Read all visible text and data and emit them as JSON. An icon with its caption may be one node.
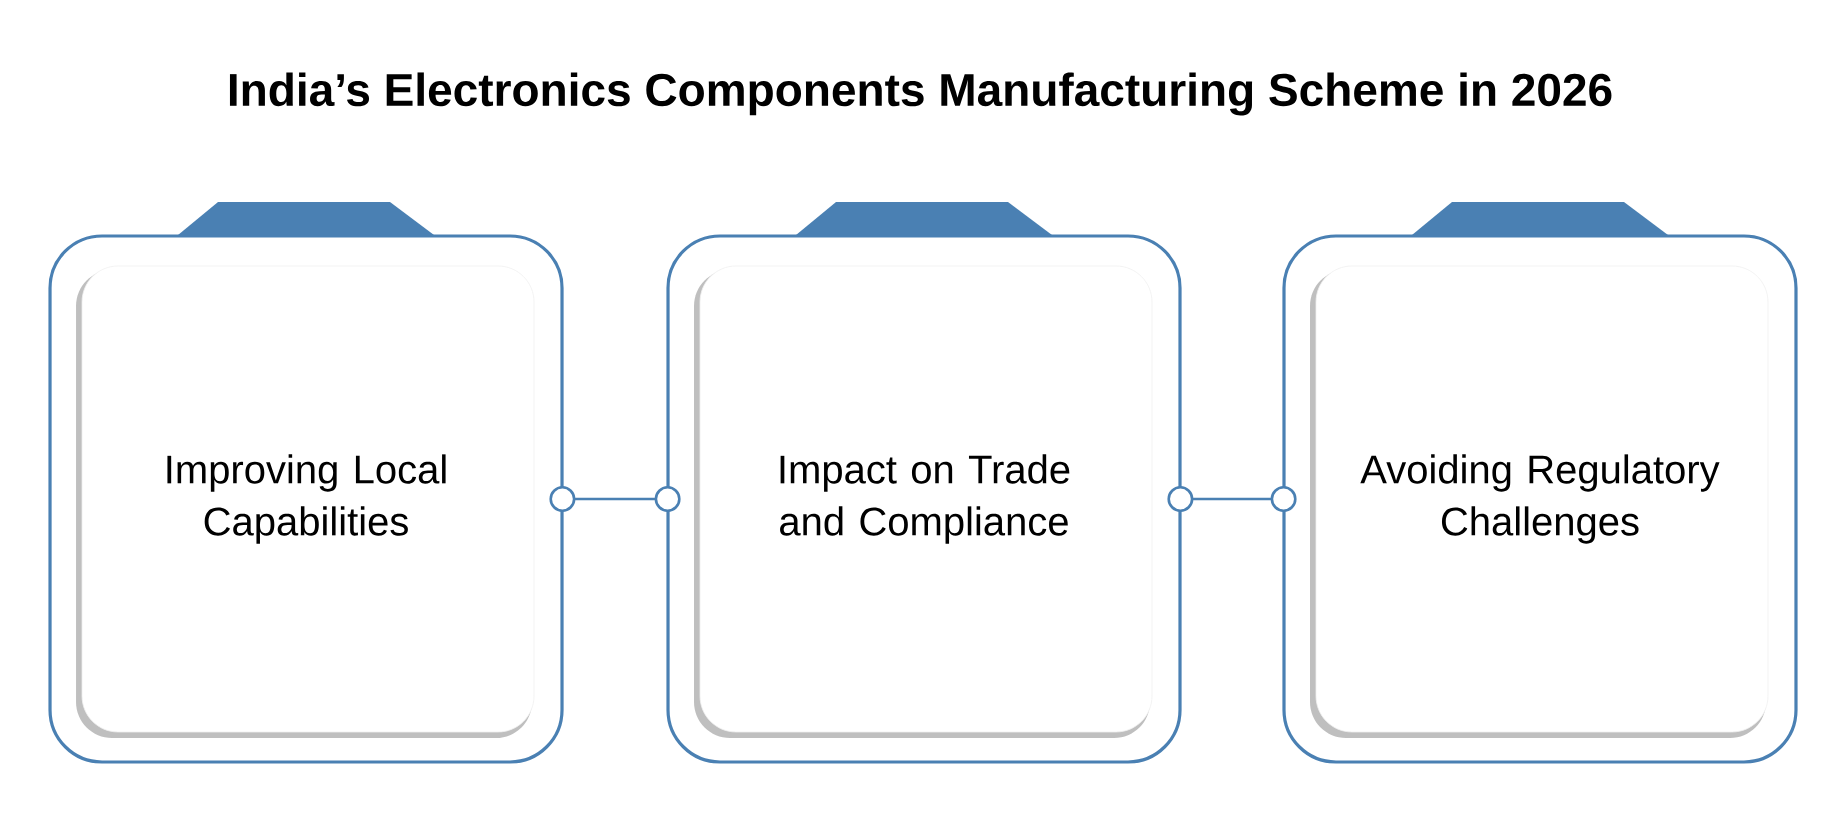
{
  "diagram": {
    "title": "India’s Electronics Components Manufacturing Scheme in 2026",
    "nodes": [
      {
        "text": [
          "Improving Local Capabilities"
        ]
      },
      {
        "text": [
          "Impact on Trade and Compliance"
        ]
      },
      {
        "text": [
          "Avoiding Regulatory Challenges"
        ]
      }
    ],
    "edges": [
      {
        "from": 0,
        "to": 1,
        "arrow": "other"
      },
      {
        "from": 1,
        "to": 2,
        "arrow": "other"
      }
    ]
  }
}
